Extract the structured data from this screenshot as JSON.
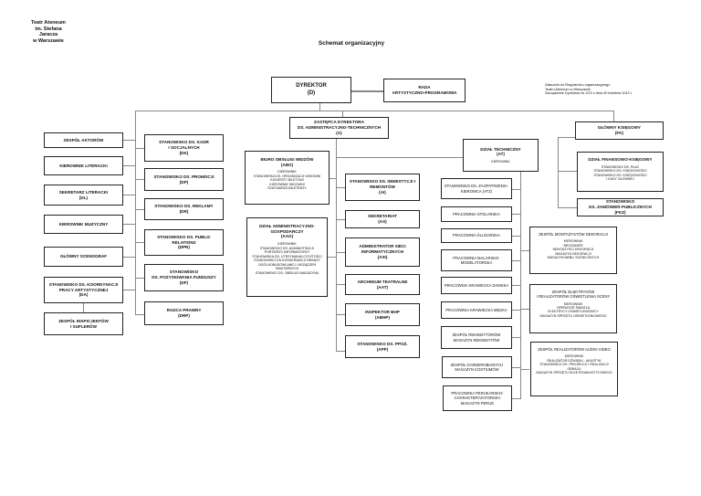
{
  "header": {
    "org": "Teatr Ateneum\nim. Stefana Jaracza\nw Warszawie",
    "title": "Schemat organizacyjny",
    "annex": "Załacznik do Regulaminu organizacyjnego\nTeatru Ateneum w Warszawie\nZarządzenie Dyrektora Nr 4/13 z dnia 30 kwietnia 2013 r."
  },
  "top": {
    "dyrektor": "DYREKTOR\n(D)",
    "rada": "RADA\nARTYSTYCZNO-PROGRAMOWA",
    "zastepca": "ZASTĘPCA DYREKTORA\nDS. ADMINISTRACYJNO-TECHNICZNYCH\n(A)",
    "fk": "GŁÓWNY KSIĘGOWY\n(FK)"
  },
  "left": [
    "ZESPÓŁ AKTORÓW",
    "KIEROWNIK LITERACKI",
    "SEKRETARZ LITERACKI\n(DL)",
    "KIEROWNIK MUZYCZNY",
    "GŁÓWNY SCENOGRAF",
    "STANOWISKO DS. KOORDYNACJI\nPRACY ARTYSTYCZNEJ\n(DA)",
    "ZESPÓŁ INSPICJENTÓW\nI SUFLERÓW"
  ],
  "second": [
    "STANOWISKO DS. KADR\nI SOCJALNYCH\n(DK)",
    "STANOWISKO DS. PROMOCJI\n(DP)",
    "STANOWISKO DS. REKLAMY\n(DR)",
    "STANOWISKO DS.  PUBLIC\nRELATIONS\n(DPR)",
    "STANOWISKO\nDS. POZYSKIWANIA FUNDUSZY\n(DF)",
    "RADCA PRAWNY\n(DRP)"
  ],
  "abo": {
    "title": "BIURO OBSŁUGI WIDZÓW\n(ABO)",
    "sub": "KIEROWNIK\nSTANOWISKA DS. ORGANIZACJI WIDOWNI\nKASJERZY BILETOWI\nKIEROWNIK WIDOWNI\nSZATNIARZE,BILETERZY"
  },
  "aag": {
    "title": "DZIAŁ ADMINISTRACYJNO-\nGOSPODARCZY\n(AAG)",
    "sub": "KIEROWNIK\nSTANOWISKO DS. ADMINISTRACJI\nPORTIERZY-INFORMATORZY\nSTANOWISKA DS. UTRZYMANIA CZYSTOŚCI\nSTANOWISKO DS.KONSERWACJI BRANŻY\nOGÓLNOBUDOWLANEJ I URZĄDZEŃ\nSANITARNYCH\nSTANOWISKO DS. OBSŁUGI MAGAZYNU"
  },
  "mid": [
    "STANOWISKO DS. INWESTYCJI I\nREMONTÓW\n(AI)",
    "SEKRETARIAT\n(AS)",
    "ADMINISTRATOR SIECI\nINFORMATYCZNYCH\n(ASI)",
    "ARCHIWUM TEATRALNE\n(AAT)",
    "INSPEKTOR BHP\n(ABHP)",
    "STANOWISKO DS. PPOŻ.\n(APP)"
  ],
  "at": {
    "title": "DZIAŁ TECHNICZNY\n(AT)",
    "sub": "KIEROWNIK"
  },
  "tech": [
    "STANOWISKO DS. ZAOPATRZENIA-\nKIEROWCA (ATZ)",
    "PRACOWNIA STOLARSKA",
    "PRACOWNIA ŚLUSARSKA",
    "PRACOWNIA MALARSKO-\nMODELATORSKA",
    "PRACOWNIA KRAWIECKA DAMSKA",
    "PRACOWNIA KRAWIECKA MĘSKA",
    "ZESPÓŁ REKWIZYTORÓW\nMAGAZYN REKWIZYTÓW",
    "ZESPÓŁ GARDEROBIANYCH\nMAGAZYN KOSTIUMÓW",
    "PRACOWNIA PERUKARSKO-\nCHARAKTERYZATORSKA\nMAGAZYN PERUK"
  ],
  "teams": [
    {
      "title": "ZESPÓŁ MONTAŻYSTÓW DEKORACJI",
      "sub": "KIEROWNIK\nBRYGADIER\nMONTAŻYŚCI DEKORACJI\nMAGAZYN DEKORACJI\nMAGAZYN MEBLI SCENICZNYCH"
    },
    {
      "title": "ZESPÓŁ ELEKTRYKÓW\nI REALIZATORÓW OŚWIETLENIA SCENY",
      "sub": "KIEROWNIK\nOPERATOR ŚWIATŁA\nELEKTRYCY OŚWIETLENIOWCY\nMAGAZYN SPRZĘTU OŚWIETLENIOWEGO"
    },
    {
      "title": "ZESPÓŁ REALIZATORÓW AUDIO-VIDEO",
      "sub": "KIEROWNIK\nREALIZATOR DŹWIĘKU - AKUSTYK\nSTANOWISKO DS. PROJEKCJI I REALIZACJI\nOBRAZU\nMAGAZYN SPRZĘTU ELEKTROAKUSTYCZNEGO"
    }
  ],
  "fin": {
    "title": "DZIAŁ FINANSOWO-KSIĘGOWY",
    "sub": "STANOWISKO DS. PŁAC\nSTANOWISKO DS. KSIĘGOWOŚCI\nSTANOWISKO DS. KSIĘGOWOŚCI\nI KASY GŁÓWNEJ"
  },
  "fkz": "STANOWISKO\nDS. ZAMÓWIEŃ PUBLICZNYCH\n(FKZ)"
}
